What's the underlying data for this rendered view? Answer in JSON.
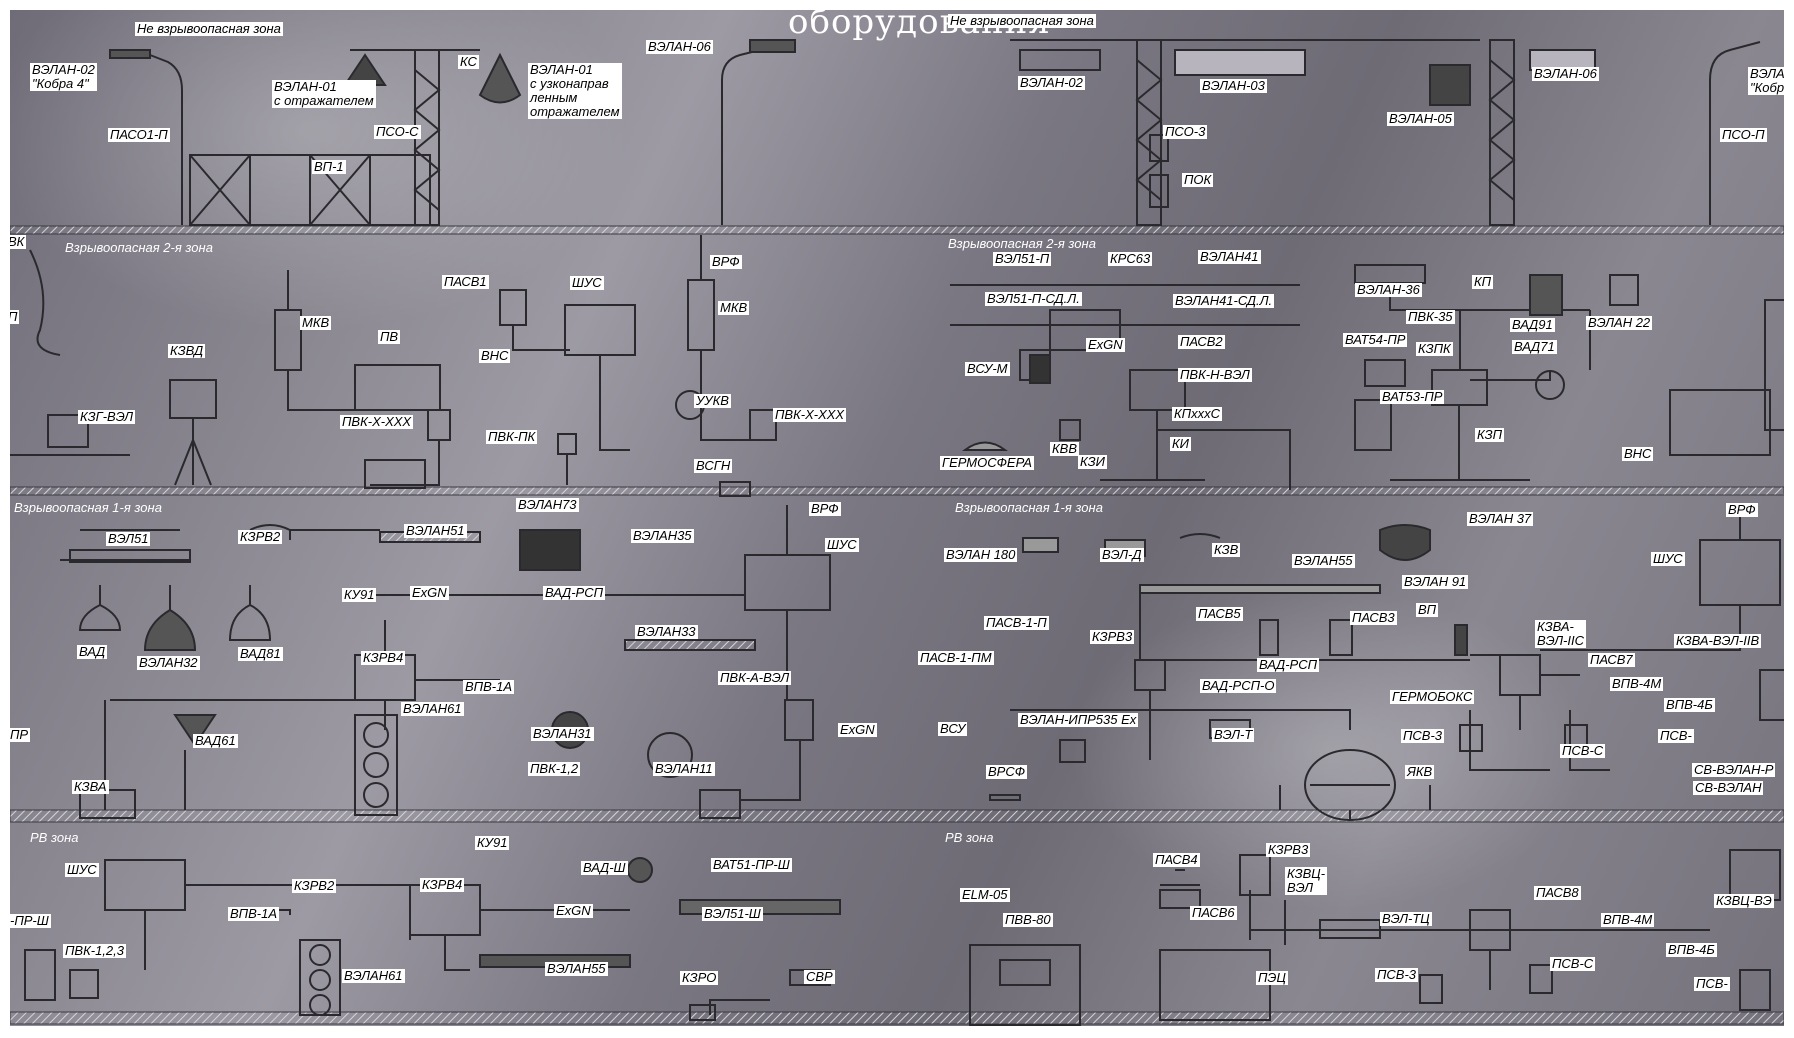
{
  "title": "оборудования",
  "colors": {
    "line": "#2a2a2e",
    "label_bg": "#ffffff",
    "label_fg": "#000000",
    "hatch": "#d4d4d8"
  },
  "zones": {
    "z1": "Не взрывоопасная зона",
    "z2": "Не взрывоопасная зона",
    "z3": "Взрывоопасная 2-я зона",
    "z4": "Взрывоопасная 2-я зона",
    "z5": "Взрывоопасная  1-я зона",
    "z6": "Взрывоопасная  1-я зона",
    "z7": "РВ зона",
    "z8": "РВ зона"
  },
  "labels": [
    "ВЭЛАН-02\n\"Кобра 4\"",
    "ПАСО1-П",
    "ВЭЛАН-01\nс отражателем",
    "КС",
    "ПСО-С",
    "ВП-1",
    "ВЭЛАН-01\nс узконаправ\nленным\nотражателем",
    "ВЭЛАН-06",
    "ВЭЛАН-02",
    "ВЭЛАН-03",
    "ПСО-3",
    "ПОК",
    "ВЭЛАН-05",
    "ВЭЛАН-06",
    "ВЭЛА\n\"Кобр",
    "ПСО-П",
    "ВК",
    "П",
    "КЗВД",
    "КЗГ-ВЭЛ",
    "МКВ",
    "ПВ",
    "ПАСВ1",
    "ШУС",
    "ВНС",
    "ПВК-Х-ХХХ",
    "ПВК-ПК",
    "ВРФ",
    "МКВ",
    "УУКВ",
    "ПВК-Х-ХХХ",
    "ВСГН",
    "ВЭЛ51-П",
    "КРС63",
    "ВЭЛАН41",
    "ВЭЛ51-П-СД.Л.",
    "ВЭЛАН41-СД.Л.",
    "ExGN",
    "ПАСВ2",
    "ВСУ-М",
    "ПВК-Н-ВЭЛ",
    "КПхххС",
    "КВВ",
    "КИ",
    "ГЕРМОСФЕРА",
    "КЗИ",
    "ВЭЛАН-36",
    "КП",
    "ПВК-35",
    "ВАД91",
    "ВЭЛАН 22",
    "ВАТ54-ПР",
    "КЗПК",
    "ВАД71",
    "ВАТ53-ПР",
    "КЗП",
    "ВНС",
    "ВЭЛ51",
    "КЗРВ2",
    "ВЭЛАН51",
    "ВЭЛАН73",
    "ВЭЛАН35",
    "ВРФ",
    "ШУС",
    "КУ91",
    "ExGN",
    "ВАД-РСП",
    "ВАД",
    "ВЭЛАН32",
    "ВАД81",
    "ВЭЛАН33",
    "КЗРВ4",
    "ВПВ-1А",
    "ПВК-А-ВЭЛ",
    "ExGN",
    "ВЭЛАН61",
    "ВАД61",
    "ПР",
    "ВЭЛАН31",
    "КЗВА",
    "ПВК-1,2",
    "ВЭЛАН11",
    "ВЭЛАН 180",
    "ВЭЛ-Д",
    "КЗВ",
    "ВЭЛАН 37",
    "ВЭЛАН55",
    "ВРФ",
    "ШУС",
    "ВЭЛАН 91",
    "ПАСВ5",
    "ПАСВ3",
    "ВП",
    "ПАСВ-1-П",
    "КЗРВ3",
    "КЗВА-\nВЭЛ-IIС",
    "КЗВА-ВЭЛ-IIВ",
    "ПАСВ-1-ПМ",
    "ВАД-РСП",
    "ПАСВ7",
    "ВАД-РСП-О",
    "ГЕРМОБОКС",
    "ВПВ-4М",
    "ВПВ-4Б",
    "ВЭЛАН-ИПР535 Ех",
    "ВСУ",
    "ВЭЛ-Т",
    "ПСВ-3",
    "ПСВ-С",
    "ПСВ-",
    "ЯКВ",
    "ВРСФ",
    "СВ-ВЭЛАН-Р",
    "СВ-ВЭЛАН",
    "ШУС",
    "КУ91",
    "ВАД-Ш",
    "ВАТ51-ПР-Ш",
    "-ПР-Ш",
    "ВПВ-1А",
    "КЗРВ2",
    "КЗРВ4",
    "ExGN",
    "ВЭЛ51-Ш",
    "ПВК-1,2,3",
    "ВЭЛАН61",
    "ВЭЛАН55",
    "КЗРО",
    "СВР",
    "ELM-05",
    "ПАСВ4",
    "КЗРВ3",
    "ПВВ-80",
    "ПАСВ6",
    "ВЭЛ-ТЦ",
    "КЗВЦ-\nВЭЛ",
    "ПАСВ8",
    "ВПВ-4М",
    "КЗВЦ-ВЭ",
    "ВПВ-4Б",
    "ПЭЦ",
    "ПСВ-3",
    "ПСВ-С",
    "ПСВ-"
  ]
}
